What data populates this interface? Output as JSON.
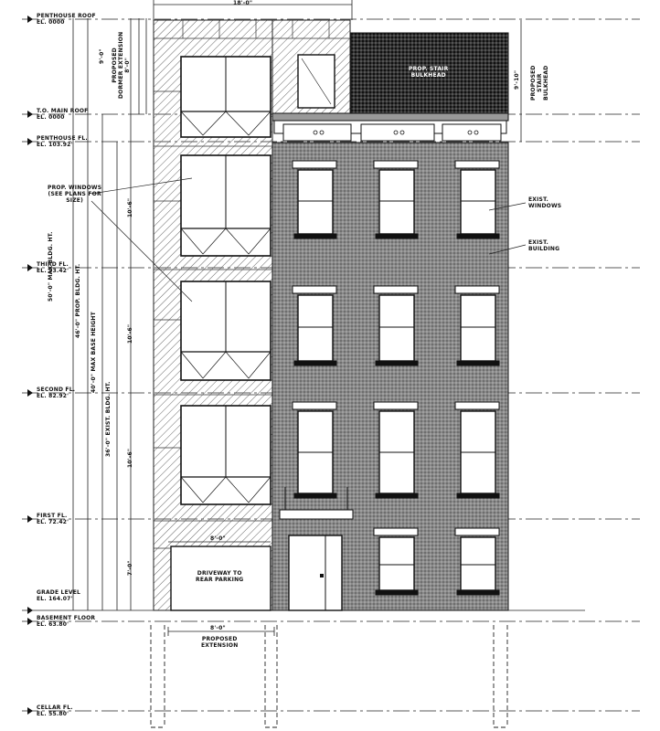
{
  "levels": [
    {
      "id": "penthouse-roof",
      "title": "PENTHOUSE ROOF",
      "el": "EL. 0000"
    },
    {
      "id": "main-roof",
      "title": "T.O. MAIN ROOF",
      "el": "EL. 0000"
    },
    {
      "id": "penthouse-floor",
      "title": "PENTHOUSE FL.",
      "el": "EL. 103.92'"
    },
    {
      "id": "third-floor",
      "title": "THIRD FL.",
      "el": "EL. 93.42'"
    },
    {
      "id": "second-floor",
      "title": "SECOND FL.",
      "el": "EL. 82.92'"
    },
    {
      "id": "first-floor",
      "title": "FIRST FL.",
      "el": "EL. 72.42'"
    },
    {
      "id": "grade-level",
      "title": "GRADE LEVEL",
      "el": "EL. 164.07'"
    },
    {
      "id": "basement-floor",
      "title": "BASEMENT FLOOR",
      "el": "EL. 63.80'"
    },
    {
      "id": "cellar-floor",
      "title": "CELLAR FL.",
      "el": "EL. 55.80'"
    }
  ],
  "dimensions": {
    "top_width": "18'-0\"",
    "driveway_width": "8'-0\"",
    "extension_width": "8'-0\"",
    "penthouse_height": "9'-0\"",
    "dormer_extension": [
      "PROPOSED",
      "DORMER EXTENSION",
      "8'-0\""
    ],
    "bulkhead_height": "9'-10\"",
    "floor_height_upper": "10'-6\"",
    "floor_height_mid": "10'-6\"",
    "floor_height_lower": "10'-6\"",
    "floor_height_ground": "7'-0\"",
    "vertical_1": "50'-0\" MAX BLDG. HT.",
    "vertical_2": "46'-0\" PROP. BLDG. HT.",
    "vertical_3": "40'-0\" MAX BASE HEIGHT",
    "vertical_4": "36'-0\" EXIST. BLDG. HT."
  },
  "notes": {
    "windows": [
      "PROP. WINDOWS",
      "(SEE PLANS FOR",
      "SIZE)"
    ],
    "exist_windows": [
      "EXIST.",
      "WINDOWS"
    ],
    "exist_building": [
      "EXIST.",
      "BUILDING"
    ],
    "bulkhead": [
      "PROPOSED",
      "STAIR",
      "BULKHEAD"
    ],
    "roof_label": [
      "PROP. STAIR",
      "BULKHEAD"
    ],
    "driveway": [
      "DRIVEWAY TO",
      "REAR PARKING"
    ],
    "extension": [
      "PROPOSED",
      "EXTENSION"
    ]
  },
  "colors": {
    "ink": "#1a1a1a",
    "brick": "#7d7d7d",
    "roof": "#2a2a2a"
  }
}
